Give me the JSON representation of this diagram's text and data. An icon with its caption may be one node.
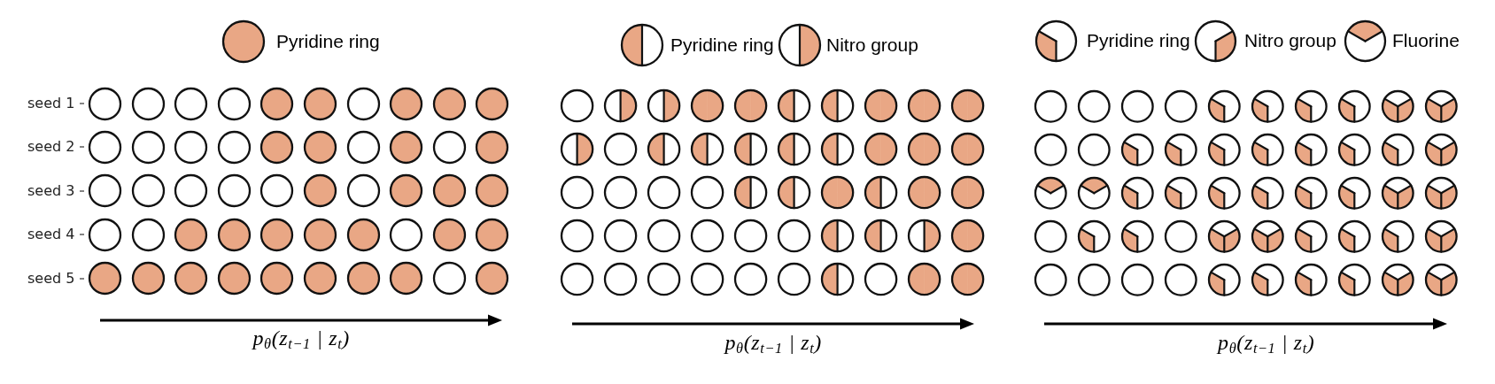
{
  "diagram": {
    "labels": [
      "seed 1",
      "seed 2",
      "seed 3",
      "seed 4",
      "seed 5",
      "p$_{θ}$(z$_{t−1}$ | z$_{t}$)",
      "p$_{θ}$(z$_{t−1}$ | z$_{t}$)",
      "p$_{θ}$(z$_{t−1}$ | z$_{t}$)"
    ],
    "legend": [
      {
        "text": "Pyridine ring",
        "color": "#e9a785"
      },
      {
        "text": "Pyridine ring"
      },
      {
        "text": "Nitro group"
      },
      {
        "text": "Pyridine ring"
      },
      {
        "text": "Nitro group"
      },
      {
        "text": "Fluorine"
      }
    ]
  }
}
